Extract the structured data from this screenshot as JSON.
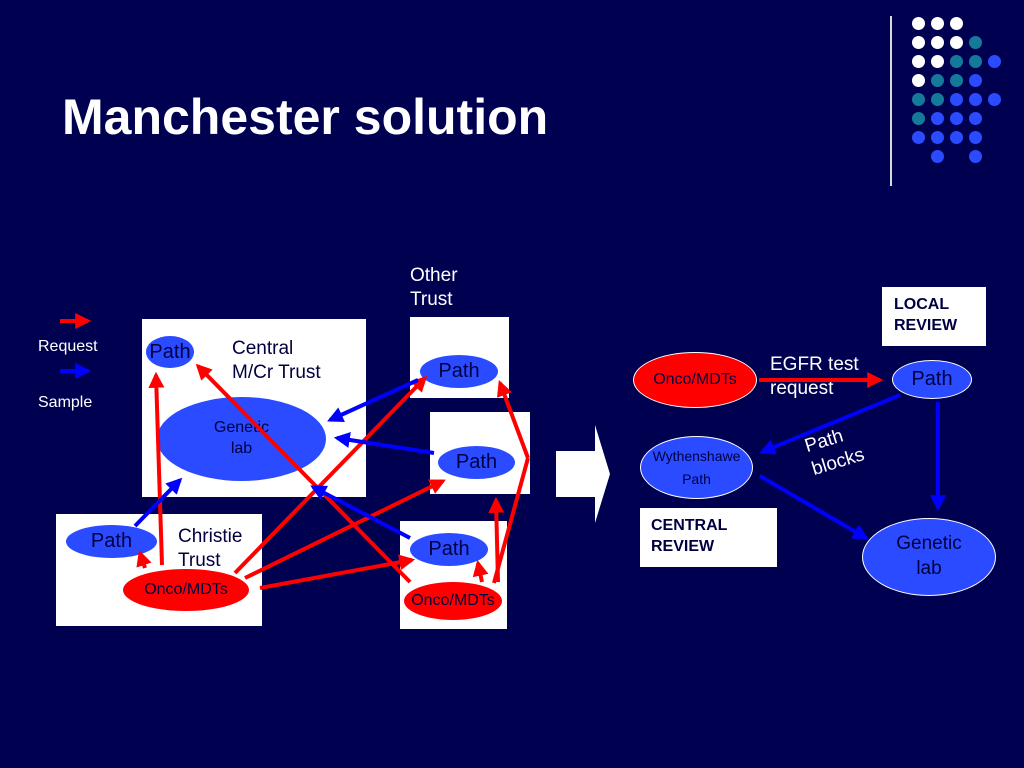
{
  "title": "Manchester solution",
  "legend": {
    "request": "Request",
    "sample": "Sample"
  },
  "left": {
    "central_label": "Central\nM/Cr Trust",
    "central_path": "Path",
    "genetic_lab": "Genetic\nlab",
    "christie_label": "Christie\nTrust",
    "christie_path": "Path",
    "christie_onco": "Onco/MDTs",
    "other_trust_label": "Other\nTrust",
    "other_path_1": "Path",
    "other_path_2": "Path",
    "other_path_3": "Path",
    "other_onco": "Onco/MDTs"
  },
  "right": {
    "local_review": "LOCAL\nREVIEW",
    "onco": "Onco/MDTs",
    "egfr": "EGFR test\nrequest",
    "path": "Path",
    "wythenshawe": "Wythenshawe",
    "wythenshawe_path": "Path",
    "path_blocks": "Path\nblocks",
    "central_review": "CENTRAL\nREVIEW",
    "genetic_lab": "Genetic\nlab"
  },
  "colors": {
    "background": "#000050",
    "request": "#ff0000",
    "sample": "#0000ff",
    "ellipse_blue": "#2a4bff",
    "ellipse_red": "#ff0000"
  }
}
